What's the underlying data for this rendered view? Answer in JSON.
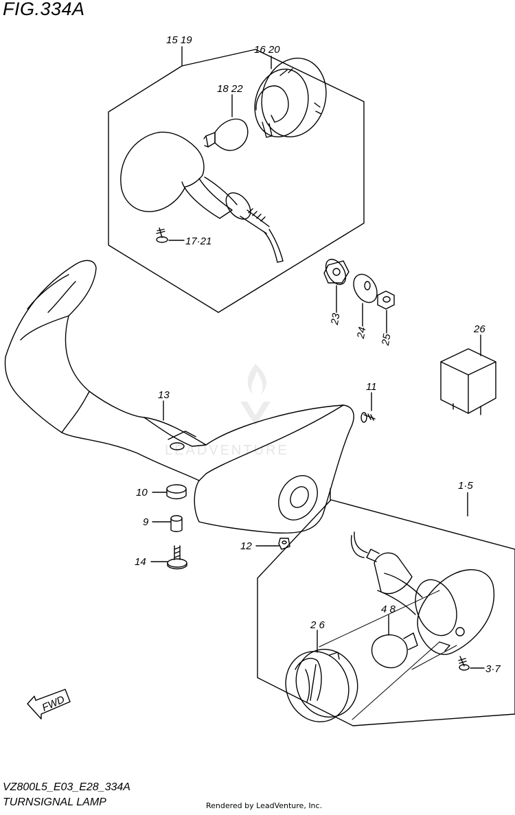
{
  "header": {
    "figure_title": "FIG.334A"
  },
  "footer": {
    "model_code": "VZ800L5_E03_E28_334A",
    "diagram_name": "TURNSIGNAL LAMP",
    "rendered_by": "Rendered by LeadVenture, Inc."
  },
  "watermark": {
    "text": "LEADVENTURE"
  },
  "direction_arrow": {
    "label": "FWD"
  },
  "callouts": {
    "c_15_19": "15 19",
    "c_16_20": "16 20",
    "c_18_22": "18 22",
    "c_17_21": "17·21",
    "c_23": "23",
    "c_24": "24",
    "c_25": "25",
    "c_26": "26",
    "c_13": "13",
    "c_11": "11",
    "c_10": "10",
    "c_9": "9",
    "c_14": "14",
    "c_12": "12",
    "c_1_5": "1·5",
    "c_2_6": "2 6",
    "c_4_8": "4 8",
    "c_3_7": "3·7"
  }
}
